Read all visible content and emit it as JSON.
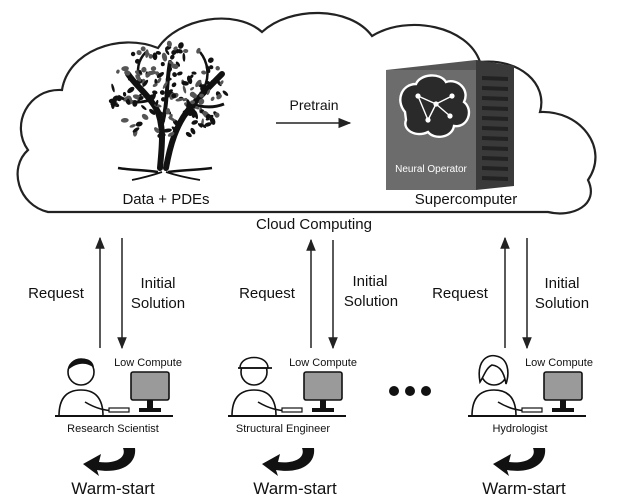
{
  "cloud": {
    "source_label": "Data + PDEs",
    "arrow_label": "Pretrain",
    "machine_label": "Supercomputer",
    "chip_label": "Neural Operator",
    "caption": "Cloud Computing"
  },
  "links": {
    "request_label": "Request",
    "response_line1": "Initial",
    "response_line2": "Solution"
  },
  "users": [
    {
      "role": "Research Scientist",
      "compute": "Low Compute",
      "loop_label": "Warm-start"
    },
    {
      "role": "Structural Engineer",
      "compute": "Low Compute",
      "loop_label": "Warm-start"
    },
    {
      "role": "Hydrologist",
      "compute": "Low Compute",
      "loop_label": "Warm-start"
    }
  ],
  "colors": {
    "ink": "#111111",
    "line": "#222222",
    "screen": "#9a9a9a",
    "tower": "#3a3a3a"
  },
  "icons": {
    "source": "tree-icon",
    "machine": "server-tower-icon",
    "chip": "brain-network-icon",
    "user": "person-at-computer-icon",
    "loop": "curved-arrow-icon",
    "more": "ellipsis-icon"
  }
}
